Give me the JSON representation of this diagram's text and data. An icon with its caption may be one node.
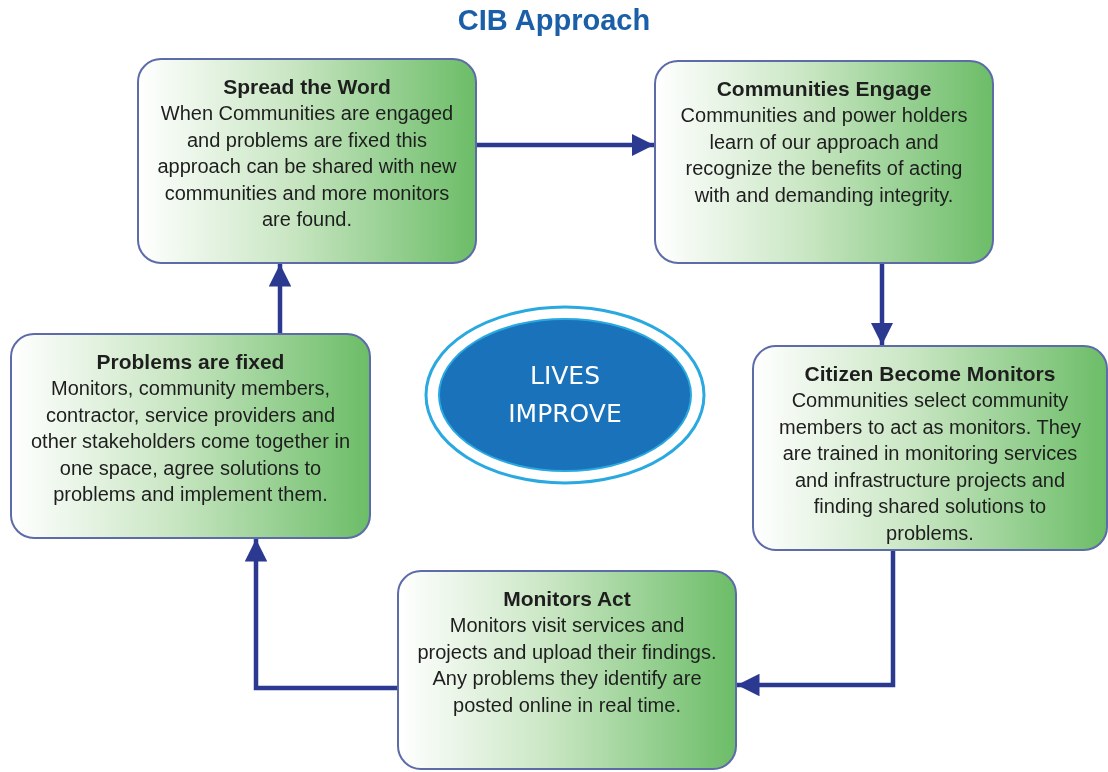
{
  "diagram": {
    "title": "CIB Approach",
    "nodes": [
      {
        "text": [
          "Spread the Word",
          "When Communities are engaged and problems are fixed this approach can be shared with new communities and more monitors are found."
        ]
      },
      {
        "text": [
          "Communities Engage",
          "Communities and power holders learn of our approach and recognize the benefits of acting with and demanding integrity."
        ]
      },
      {
        "text": [
          "Citizen Become Monitors",
          "Communities select community members to act as monitors. They are trained in monitoring services and infrastructure projects and finding shared solutions to problems."
        ]
      },
      {
        "text": [
          "Monitors Act",
          "Monitors visit services and projects and upload their findings. Any problems they identify are posted online in real time."
        ]
      },
      {
        "text": [
          "Problems are fixed",
          "Monitors, community members, contractor, service providers and other stakeholders come together in one space, agree solutions to problems and implement them."
        ]
      },
      {
        "text": [
          "LIVES IMPROVE"
        ]
      }
    ],
    "edges": [
      {
        "from": 0,
        "to": 1,
        "arrow": "to"
      },
      {
        "from": 1,
        "to": 2,
        "arrow": "to"
      },
      {
        "from": 2,
        "to": 3,
        "arrow": "to"
      },
      {
        "from": 3,
        "to": 4,
        "arrow": "to"
      },
      {
        "from": 4,
        "to": 0,
        "arrow": "to"
      }
    ]
  }
}
